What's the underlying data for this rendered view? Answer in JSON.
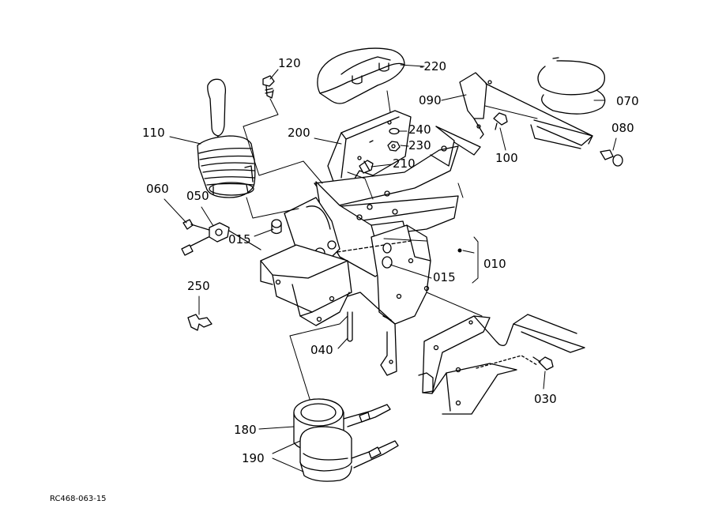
{
  "diagram": {
    "drawing_code": "RC468-063-15",
    "labels": {
      "p120": "120",
      "p220": "220",
      "p070": "070",
      "p090": "090",
      "p080": "080",
      "p110": "110",
      "p200": "200",
      "p240": "240",
      "p230": "230",
      "p210": "210",
      "p100": "100",
      "p060": "060",
      "p050": "050",
      "p015a": "015",
      "p015b": "015",
      "p010": "010",
      "p250": "250",
      "p040": "040",
      "p030": "030",
      "p180": "180",
      "p190": "190"
    }
  }
}
